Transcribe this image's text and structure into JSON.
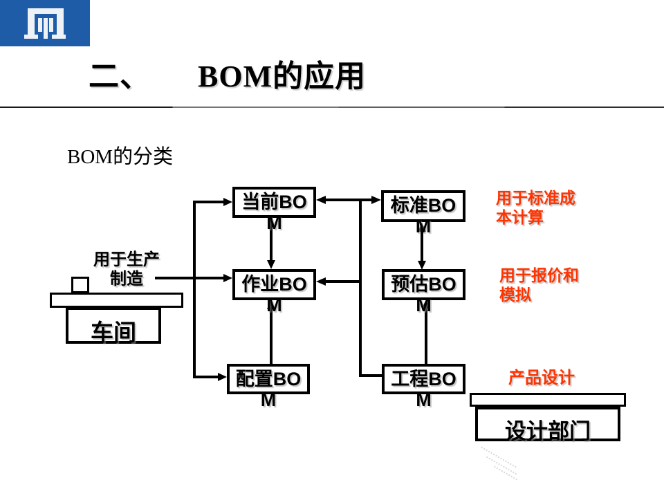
{
  "slide": {
    "title": "二、　　BOM的应用",
    "section_label": "BOM的分类",
    "logo": {
      "icon": "gate-pillars-icon",
      "background_color": "#1e5ca8",
      "glyph_color": "#eef2f6"
    }
  },
  "diagram": {
    "colors": {
      "line": "#000000",
      "box_border": "#000000",
      "box_fill": "#ffffff",
      "note_red": "#ff3300",
      "note_black": "#000000"
    },
    "boxes": [
      {
        "id": "current-bom",
        "label": "当前BOM",
        "lines": [
          "当前BO",
          "M"
        ]
      },
      {
        "id": "standard-bom",
        "label": "标准BOM",
        "lines": [
          "标准BO",
          "M"
        ]
      },
      {
        "id": "operation-bom",
        "label": "作业BOM",
        "lines": [
          "作业BO",
          "M"
        ]
      },
      {
        "id": "estimated-bom",
        "label": "预估BOM",
        "lines": [
          "预估BO",
          "M"
        ]
      },
      {
        "id": "configured-bom",
        "label": "配置BOM",
        "lines": [
          "配置BO",
          "M"
        ]
      },
      {
        "id": "engineering-bom",
        "label": "工程BOM",
        "lines": [
          "工程BO",
          "M"
        ]
      }
    ],
    "entities": {
      "workshop": "车间",
      "design_department": "设计部门"
    },
    "notes": {
      "production": {
        "text": "用于生产制造",
        "lines": [
          "用于生产",
          "制造"
        ]
      },
      "standard_cost": {
        "text": "用于标准成本计算",
        "lines": [
          "用于标准成",
          "本计算"
        ]
      },
      "quote_simulate": {
        "text": "用于报价和模拟",
        "lines": [
          "用于报价和",
          "模拟"
        ]
      },
      "product_design": {
        "text": "产品设计",
        "lines": [
          "产品设计"
        ]
      }
    },
    "connections": [
      "当前BOM <-> 标准BOM",
      "当前BOM -> 作业BOM",
      "配置BOM -> 作业BOM",
      "标准BOM <-> 预估BOM",
      "工程BOM -> 预估BOM",
      "工程BOM - 当前BOM/作业BOM (elbow)",
      "车间 -> 作业BOM",
      "车间 -> 当前BOM",
      "车间 -> 配置BOM"
    ]
  }
}
